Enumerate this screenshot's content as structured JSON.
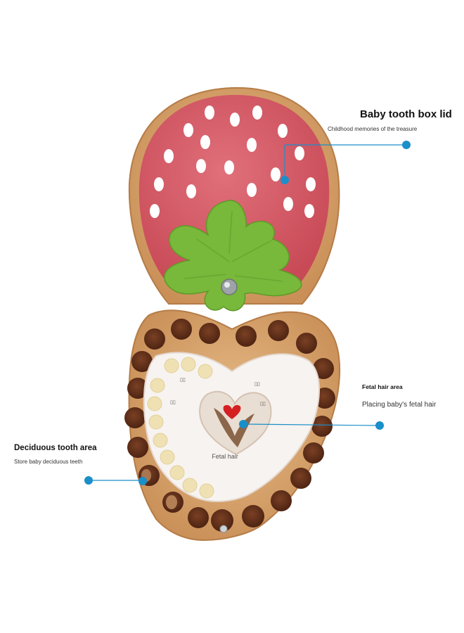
{
  "callouts": {
    "lid": {
      "title": "Baby tooth box lid",
      "subtitle": "Childhood memories of the treasure"
    },
    "fetal_hair": {
      "title": "Fetal hair area",
      "subtitle": "Placing baby's fetal hair"
    },
    "tooth": {
      "title": "Deciduous tooth area",
      "subtitle": "Store baby deciduous teeth"
    }
  },
  "insert": {
    "center_label": "Fetal hair"
  },
  "colors": {
    "accent": "#1a8fc9",
    "lid_red": "#d65862",
    "wood": "#d9a772",
    "felt_green": "#78b83a"
  }
}
